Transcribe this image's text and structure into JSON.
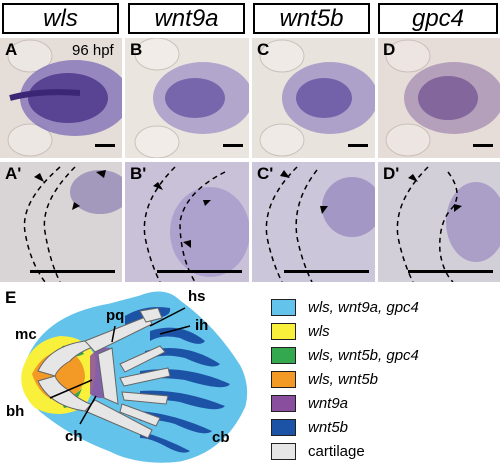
{
  "headers": [
    "wls",
    "wnt9a",
    "wnt5b",
    "gpc4"
  ],
  "panels_top": [
    {
      "label": "A",
      "annotation": "96 hpf",
      "stain": "#5a3f9a"
    },
    {
      "label": "B",
      "annotation": "",
      "stain": "#6e5aa8"
    },
    {
      "label": "C",
      "annotation": "",
      "stain": "#6a58a4"
    },
    {
      "label": "D",
      "annotation": "",
      "stain": "#7a5c98"
    }
  ],
  "panels_bottom": [
    {
      "label": "A'"
    },
    {
      "label": "B'"
    },
    {
      "label": "C'"
    },
    {
      "label": "D'"
    }
  ],
  "panel_e": {
    "label": "E",
    "labels": {
      "mc": "mc",
      "pq": "pq",
      "hs": "hs",
      "ih": "ih",
      "bh": "bh",
      "ch": "ch",
      "cb": "cb"
    }
  },
  "legend": [
    {
      "text": "wls, wnt9a, gpc4",
      "color": "#63c3ea",
      "italic": true
    },
    {
      "text": "wls",
      "color": "#f8f03a",
      "italic": true
    },
    {
      "text": "wls, wnt5b, gpc4",
      "color": "#33a84f",
      "italic": true
    },
    {
      "text": "wls, wnt5b",
      "color": "#f39a26",
      "italic": true
    },
    {
      "text": "wnt9a",
      "color": "#8a4e9f",
      "italic": true
    },
    {
      "text": "wnt5b",
      "color": "#1d53a6",
      "italic": true
    },
    {
      "text": "cartilage",
      "color": "#e6e6e6",
      "italic": false
    }
  ]
}
